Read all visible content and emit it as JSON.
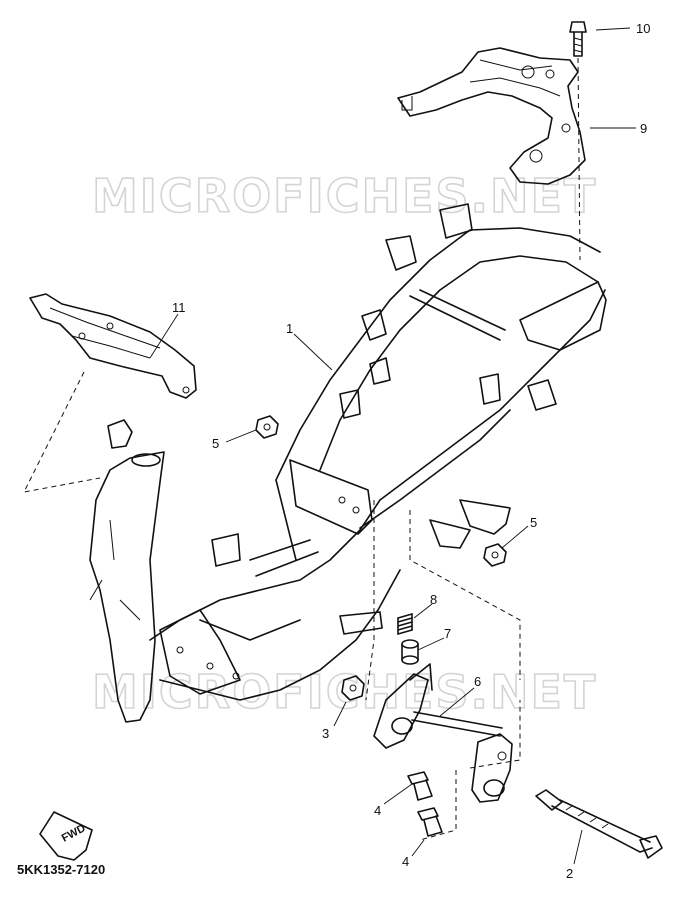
{
  "watermark": "MICROFICHES.NET",
  "diagram_code": "5KK1352-7120",
  "fwd_label": "FWD",
  "callouts": [
    {
      "id": "c10",
      "label": "10"
    },
    {
      "id": "c9",
      "label": "9"
    },
    {
      "id": "c11",
      "label": "11"
    },
    {
      "id": "c1",
      "label": "1"
    },
    {
      "id": "c5a",
      "label": "5"
    },
    {
      "id": "c5b",
      "label": "5"
    },
    {
      "id": "c8",
      "label": "8"
    },
    {
      "id": "c7",
      "label": "7"
    },
    {
      "id": "c6",
      "label": "6"
    },
    {
      "id": "c3",
      "label": "3"
    },
    {
      "id": "c4a",
      "label": "4"
    },
    {
      "id": "c4b",
      "label": "4"
    },
    {
      "id": "c2",
      "label": "2"
    }
  ]
}
